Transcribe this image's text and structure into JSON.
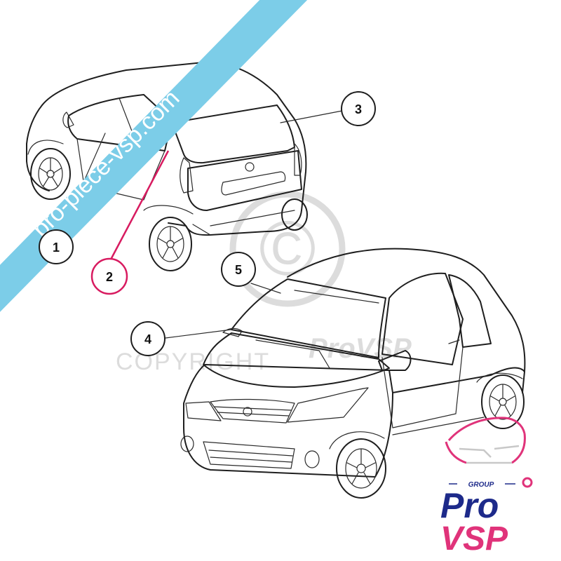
{
  "watermark": {
    "banner_text": "pro-piece-vsp.com",
    "banner_color": "#7ccde8",
    "copyright_text": "COPYRIGHT",
    "copyright_brand": "ProVSP",
    "copyright_symbol": "©",
    "watermark_color": "#dcdcdc"
  },
  "callouts": [
    {
      "number": "1",
      "highlighted": false
    },
    {
      "number": "2",
      "highlighted": true
    },
    {
      "number": "3",
      "highlighted": false
    },
    {
      "number": "4",
      "highlighted": false
    },
    {
      "number": "5",
      "highlighted": false
    }
  ],
  "colors": {
    "highlight": "#d81b60",
    "line": "#1e1e1e",
    "logo_blue": "#1d2a8a",
    "logo_pink": "#e0337a"
  },
  "logo": {
    "group_text": "GROUP",
    "word_top": "Pro",
    "word_bottom": "VSP"
  }
}
